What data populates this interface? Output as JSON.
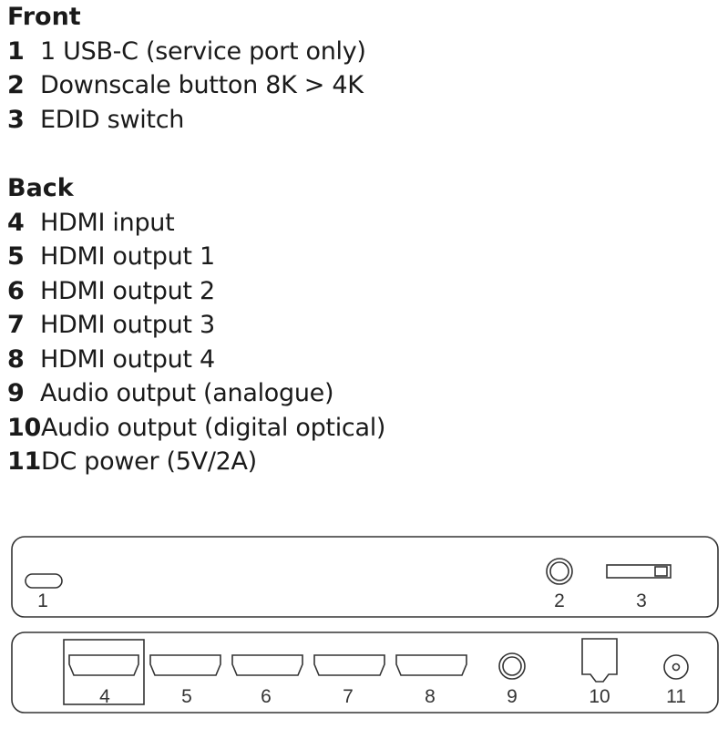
{
  "front": {
    "title": "Front",
    "items": [
      {
        "num": "1",
        "label": "1 USB-C (service port only)"
      },
      {
        "num": "2",
        "label": "Downscale button 8K > 4K"
      },
      {
        "num": "3",
        "label": "EDID switch"
      }
    ]
  },
  "back": {
    "title": "Back",
    "items": [
      {
        "num": "4",
        "label": "HDMI input"
      },
      {
        "num": "5",
        "label": "HDMI output 1"
      },
      {
        "num": "6",
        "label": "HDMI output 2"
      },
      {
        "num": "7",
        "label": "HDMI output 3"
      },
      {
        "num": "8",
        "label": "HDMI output 4"
      },
      {
        "num": "9",
        "label": "Audio output (analogue)"
      },
      {
        "num": "10",
        "label": "Audio output (digital optical)"
      },
      {
        "num": "11",
        "label": "DC power (5V/2A)"
      }
    ]
  },
  "diagram": {
    "front_labels": [
      "1",
      "2",
      "3"
    ],
    "back_labels": [
      "4",
      "5",
      "6",
      "7",
      "8",
      "9",
      "10",
      "11"
    ]
  }
}
